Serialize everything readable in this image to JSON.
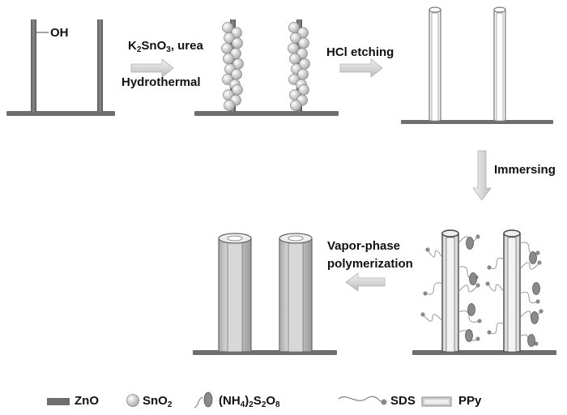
{
  "labels": {
    "oh": "OH",
    "step1_top_a": "K",
    "step1_top_sub1": "2",
    "step1_top_b": "SnO",
    "step1_top_sub2": "3",
    "step1_top_c": ", urea",
    "step1_bottom": "Hydrothermal",
    "step2": "HCl etching",
    "step3": "Immersing",
    "step4_line1": "Vapor-phase",
    "step4_line2": "polymerization"
  },
  "legend": {
    "zno": "ZnO",
    "sno2_a": "SnO",
    "sno2_sub": "2",
    "aps_a": "(NH",
    "aps_sub1": "4",
    "aps_b": ")",
    "aps_sub2": "2",
    "aps_c": "S",
    "aps_sub3": "2",
    "aps_d": "O",
    "aps_sub4": "8",
    "sds": "SDS",
    "ppy": "PPy"
  },
  "colors": {
    "zno": "#6e6e6e",
    "sno2": "#d2d2d2",
    "ppy": "#bdbdbd",
    "arrow": "#cfcfcf",
    "ellipse": "#8a8a8a"
  }
}
